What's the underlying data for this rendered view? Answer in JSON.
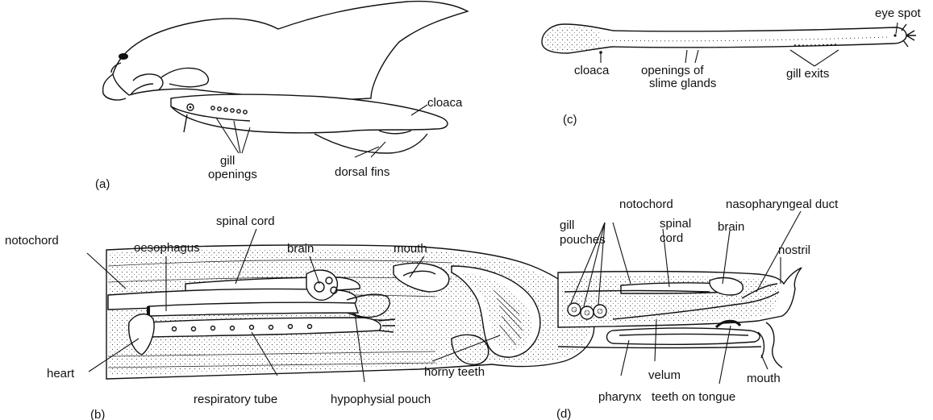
{
  "panels": {
    "a": {
      "tag": "(a)",
      "labels": {
        "cloaca": "cloaca",
        "gill_openings_line1": "gill",
        "gill_openings_line2": "openings",
        "dorsal_fins": "dorsal fins"
      }
    },
    "b": {
      "tag": "(b)",
      "labels": {
        "spinal_cord": "spinal cord",
        "oesophagus": "oesophagus",
        "brain": "brain",
        "mouth": "mouth",
        "notochord": "notochord",
        "heart": "heart",
        "horny_teeth": "horny teeth",
        "respiratory_tube": "respiratory tube",
        "hypophysial_pouch": "hypophysial pouch"
      }
    },
    "c": {
      "tag": "(c)",
      "labels": {
        "eye_spot": "eye spot",
        "cloaca": "cloaca",
        "slime_glands_line1": "openings of",
        "slime_glands_line2": "slime glands",
        "gill_exits": "gill exits"
      }
    },
    "d": {
      "tag": "(d)",
      "labels": {
        "notochord": "notochord",
        "nasopharyngeal_duct": "nasopharyngeal duct",
        "gill_pouches_line1": "gill",
        "gill_pouches_line2": "pouches",
        "spinal_cord_line1": "spinal",
        "spinal_cord_line2": "cord",
        "brain": "brain",
        "nostril": "nostril",
        "velum": "velum",
        "mouth": "mouth",
        "pharynx": "pharynx",
        "teeth_on_tongue": "teeth on tongue"
      }
    }
  }
}
